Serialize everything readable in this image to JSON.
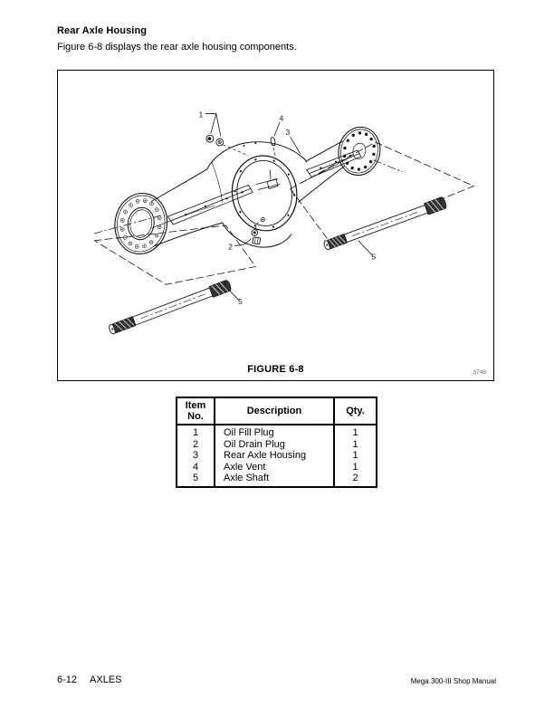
{
  "page": {
    "title": "Rear Axle Housing",
    "intro": "Figure 6-8 displays the rear axle housing components."
  },
  "figure": {
    "caption": "FIGURE 6-8",
    "ref_number": "3748",
    "callouts": {
      "c1": "1",
      "c2": "2",
      "c3": "3",
      "c4": "4",
      "c5_right": "5",
      "c5_left": "5"
    }
  },
  "table": {
    "headers": {
      "item_line1": "Item",
      "item_line2": "No.",
      "description": "Description",
      "qty": "Qty."
    },
    "rows": [
      {
        "item": "1",
        "description": "Oil Fill Plug",
        "qty": "1"
      },
      {
        "item": "2",
        "description": "Oil Drain Plug",
        "qty": "1"
      },
      {
        "item": "3",
        "description": "Rear Axle Housing",
        "qty": "1"
      },
      {
        "item": "4",
        "description": "Axle Vent",
        "qty": "1"
      },
      {
        "item": "5",
        "description": "Axle Shaft",
        "qty": "2"
      }
    ]
  },
  "footer": {
    "page_number": "6-12",
    "section": "AXLES",
    "manual": "Mega 300-III Shop Manual"
  },
  "colors": {
    "ink": "#111111",
    "muted": "#666666"
  }
}
